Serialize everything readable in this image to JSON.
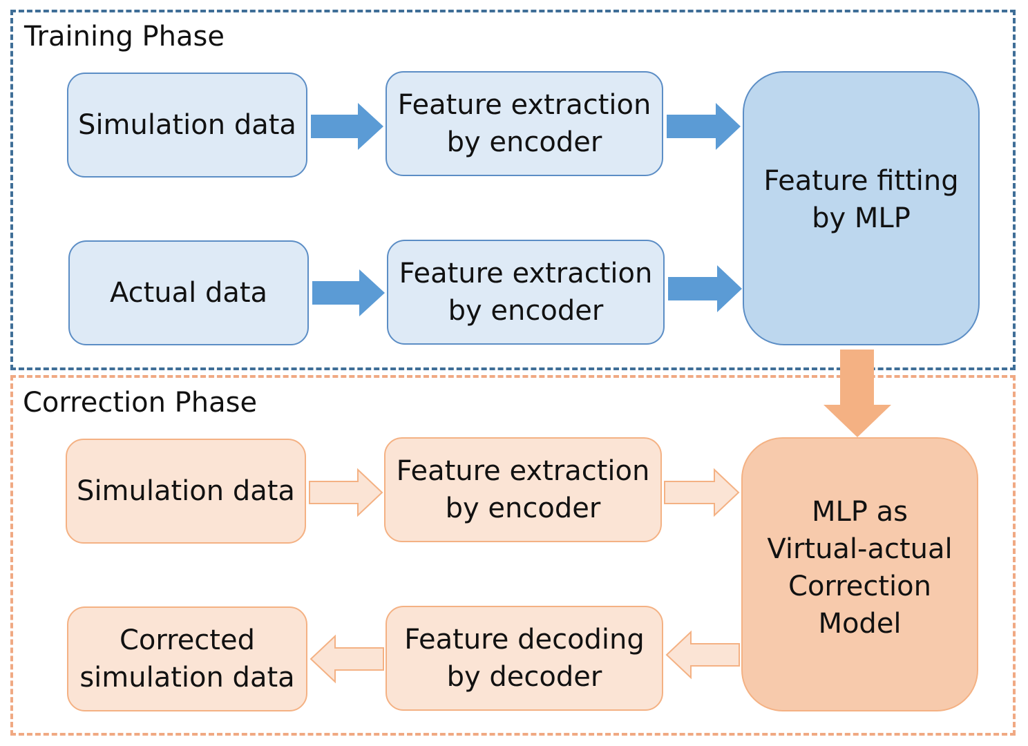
{
  "phases": {
    "training": {
      "title": "Training Phase",
      "simulation_data": "Simulation data",
      "encoder_1": "Feature extraction\nby encoder",
      "actual_data": "Actual data",
      "encoder_2": "Feature extraction\nby encoder",
      "mlp": "Feature fitting\nby MLP"
    },
    "correction": {
      "title": "Correction Phase",
      "simulation_data": "Simulation data",
      "encoder": "Feature extraction\nby encoder",
      "corrected_data": "Corrected\nsimulation data",
      "decoder": "Feature decoding\nby decoder",
      "mlp": "MLP as\nVirtual-actual\nCorrection\nModel"
    }
  },
  "colors": {
    "training_border": "#3f6e97",
    "training_box": "#deeaf6",
    "training_box_strong": "#bdd7ee",
    "training_arrow": "#5b9bd5",
    "correction_border": "#f0a983",
    "correction_box": "#fbe4d5",
    "correction_box_strong": "#f7caac",
    "correction_arrow_fill": "#fbe4d5",
    "correction_arrow_stroke": "#f4b183",
    "transfer_arrow": "#f4b183"
  }
}
